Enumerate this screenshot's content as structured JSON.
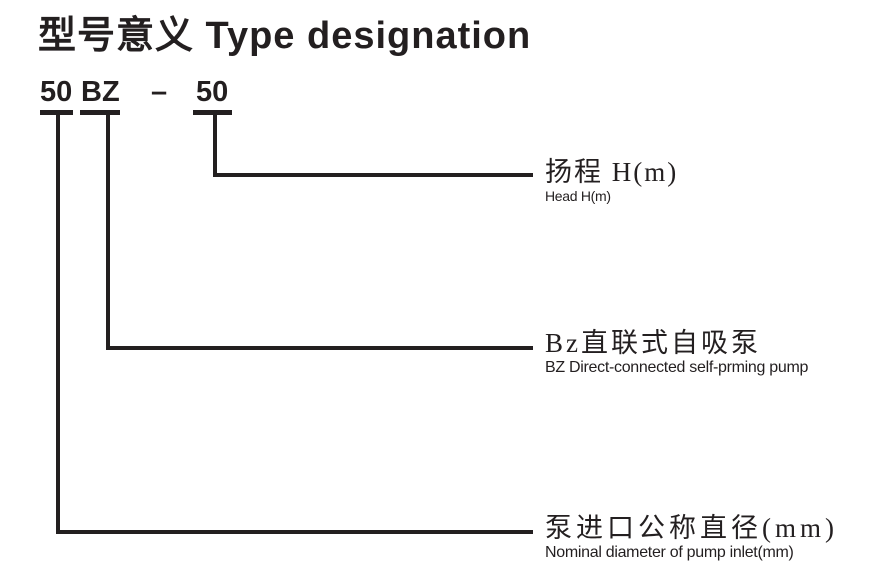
{
  "title": "型号意义 Type designation",
  "code": {
    "inlet": "50",
    "series": "BZ",
    "separator": "–",
    "head": "50"
  },
  "labels": {
    "head": {
      "zh": "扬程 H(m)",
      "en": "Head H(m)"
    },
    "series": {
      "zh": "Bz直联式自吸泵",
      "en": "BZ Direct-connected self-prming pump"
    },
    "inlet": {
      "zh": "泵进口公称直径(mm)",
      "en": "Nominal diameter of pump inlet(mm)"
    }
  },
  "colors": {
    "ink": "#231f20",
    "background": "#ffffff"
  }
}
